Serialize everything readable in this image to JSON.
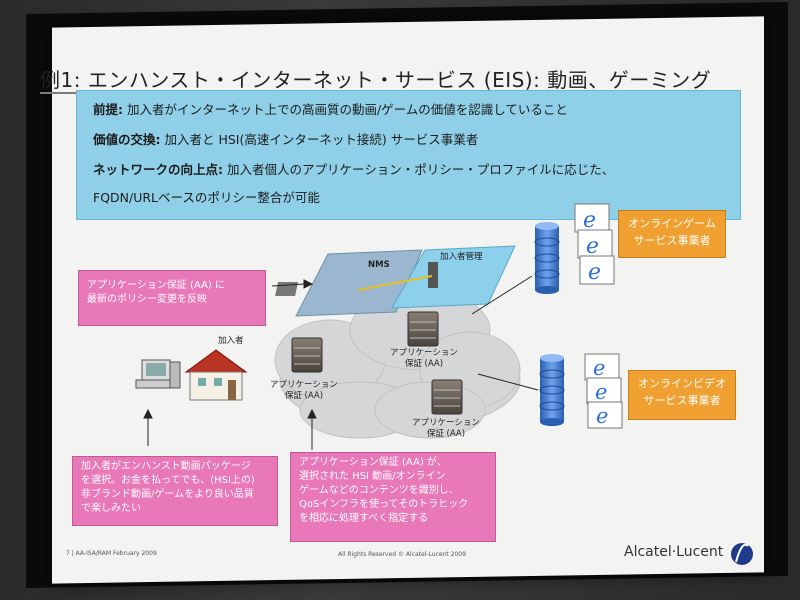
{
  "slide": {
    "title": "例1: エンハンスト・インターネット・サービス (EIS): 動画、ゲーミング",
    "info": {
      "line1_bold": "前提:",
      "line1_text": " 加入者がインターネット上での高画質の動画/ゲームの価値を認識していること",
      "line2_bold": "価値の交換:",
      "line2_text": " 加入者と HSI(高速インターネット接続) サービス事業者",
      "line3_bold": "ネットワークの向上点:",
      "line3_text": " 加入者個人のアプリケーション・ポリシー・プロファイルに応じた、",
      "line4_text": "FQDN/URLベースのポリシー整合が可能"
    },
    "callouts": {
      "aa_top_line1": "アプリケーション保証 (AA) に",
      "aa_top_line2": "最新のポリシー変更を反映",
      "subscriber_line1": "加入者がエンハンスト動画パッケージ",
      "subscriber_line2": "を選択。お金を払ってでも、(HSI上の)",
      "subscriber_line3": "非ブランド動画/ゲームをより良い品質",
      "subscriber_line4": "で楽しみたい",
      "aa_bottom_line1": "アプリケーション保証 (AA) が、",
      "aa_bottom_line2": "選択された HSI 動画/オンライン",
      "aa_bottom_line3": "ゲームなどのコンテンツを識別し、",
      "aa_bottom_line4": "QoSインフラを使ってそのトラヒック",
      "aa_bottom_line5": "を相応に処理すべく指定する"
    },
    "providers": {
      "game_line1": "オンラインゲーム",
      "game_line2": "サービス事業者",
      "video_line1": "オンラインビデオ",
      "video_line2": "サービス事業者"
    },
    "labels": {
      "nms": "NMS",
      "subscriber_mgmt": "加入者管理",
      "subscriber": "加入者",
      "aa_left_line1": "アプリケーション",
      "aa_left_line2": "保証 (AA)",
      "aa_mid_line1": "アプリケーション",
      "aa_mid_line2": "保証 (AA)",
      "aa_low_line1": "アプリケーション",
      "aa_low_line2": "保証 (AA)"
    },
    "footer": {
      "left": "7 | AA-ISA/RAM February 2009",
      "center": "All Rights Reserved © Alcatel-Lucent 2009",
      "brand": "Alcatel·Lucent"
    }
  },
  "colors": {
    "info_box": "#8fd0e8",
    "callout_pink": "#e878b8",
    "provider_orange": "#f0a030",
    "server_blue": "#3a7bd5",
    "cloud_gray": "#d4d6d8"
  },
  "icons": [
    "ie-browser-icon",
    "server-stack-icon",
    "router-icon",
    "house-icon",
    "computer-icon",
    "cloud-icon",
    "arrow-icon",
    "alcatel-lucent-logo"
  ]
}
